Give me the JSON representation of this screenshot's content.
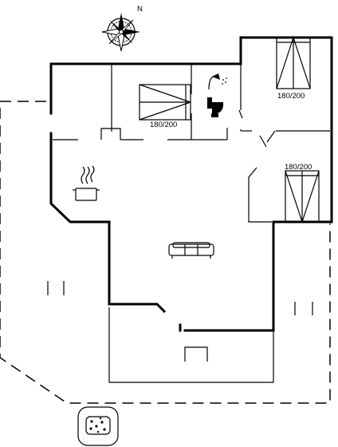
{
  "compass": {
    "north_label": "N",
    "icon": "compass-rose-icon"
  },
  "rooms": {
    "bedroom_1": {
      "bed_label": "180/200",
      "icon": "double-bed-icon"
    },
    "bedroom_2": {
      "bed_label": "180/200",
      "icon": "double-bed-icon"
    },
    "bedroom_3": {
      "bed_label": "180/200",
      "icon": "double-bed-icon"
    },
    "bathroom": {
      "icons": [
        "shower-icon",
        "toilet-icon"
      ]
    },
    "kitchen": {
      "icon": "cooking-pot-icon"
    },
    "living_room": {
      "icon": "sofa-icon"
    }
  },
  "outdoor": {
    "icons": [
      "terrace-icon",
      "whirlpool-icon"
    ]
  },
  "colors": {
    "line": "#000000",
    "background": "#ffffff"
  }
}
